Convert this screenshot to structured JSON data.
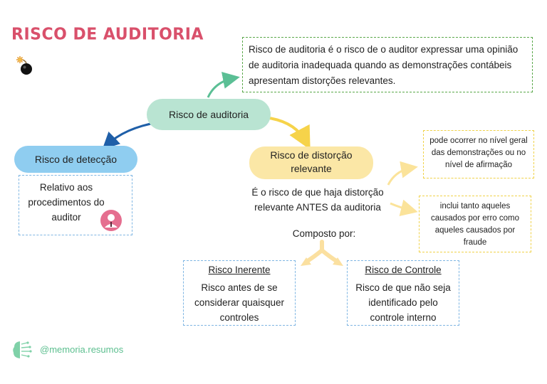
{
  "title": "RISCO DE AUDITORIA",
  "definition": "Risco de auditoria é o risco de o auditor expressar uma opinião de auditoria inadequada quando as demonstrações contábeis apresentam distorções relevantes.",
  "center_node": "Risco de auditoria",
  "detection": {
    "label": "Risco de detecção",
    "description": "Relativo aos procedimentos do auditor"
  },
  "distortion": {
    "label": "Risco de distorção relevante",
    "description": "É o risco de que haja distorção relevante ANTES da auditoria",
    "note_level": "pode ocorrer no nível geral das demonstrações ou no nível de afirmação",
    "note_causes": "inclui tanto aqueles causados por erro como aqueles causados por fraude",
    "composed_by": "Composto por:"
  },
  "inherent": {
    "label": "Risco Inerente",
    "description": "Risco antes de se considerar quaisquer controles"
  },
  "control": {
    "label": "Risco de Controle",
    "description": "Risco de que não seja identificado pelo controle interno"
  },
  "footer_handle": "@memoria.resumos",
  "colors": {
    "title": "#d9506b",
    "center_pill": "#b9e4d2",
    "detection_pill": "#8fcdf0",
    "distortion_pill": "#fbe7a6",
    "arrow_green": "#5bbf95",
    "arrow_blue": "#1f5fa8",
    "arrow_yellow": "#f6d34a"
  }
}
